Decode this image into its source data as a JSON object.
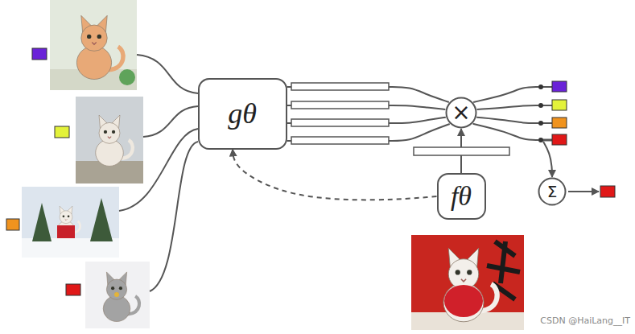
{
  "diagram": {
    "nodes": [
      {
        "text": [
          "gθ"
        ]
      },
      {
        "text": [
          "×"
        ]
      },
      {
        "text": [
          "Σ"
        ]
      },
      {
        "text": [
          "fθ"
        ]
      }
    ],
    "edges": [
      {
        "from": 0,
        "to": 1,
        "arrow": "none"
      },
      {
        "from": 1,
        "to": 2,
        "arrow": "to"
      },
      {
        "from": 3,
        "to": 1,
        "arrow": "to"
      },
      {
        "from": 3,
        "to": 0,
        "arrow": "to"
      }
    ],
    "labels": [
      "CSDN @HaiLang__IT"
    ]
  }
}
